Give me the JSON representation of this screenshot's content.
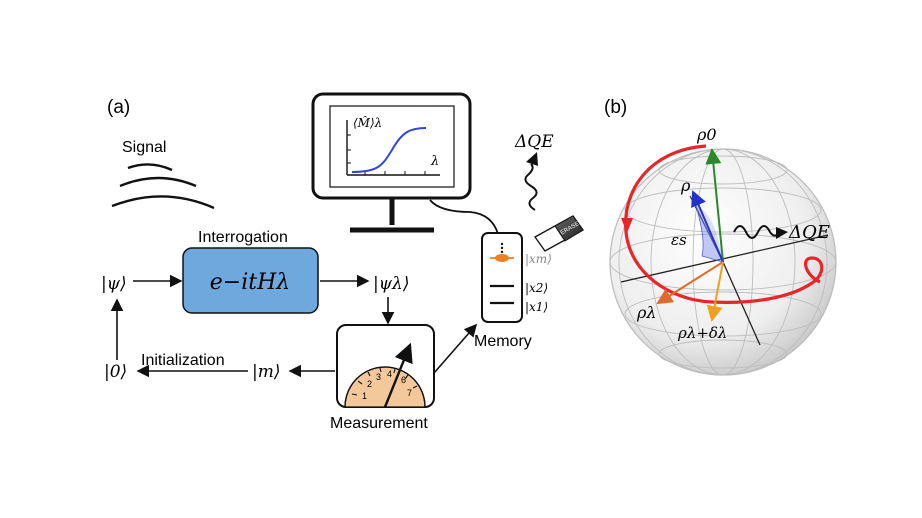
{
  "panels": {
    "a": "(a)",
    "b": "(b)"
  },
  "labels": {
    "signal": "Signal",
    "interrogation": "Interrogation",
    "measurement": "Measurement",
    "memory": "Memory",
    "initialization": "Initialization",
    "eraser": "ERASER"
  },
  "math": {
    "psi": "|ψ⟩",
    "psi_lambda": "|ψλ⟩",
    "zero": "|0⟩",
    "m": "|m⟩",
    "unitary": "e−itHλ",
    "delta_q": "ΔQE",
    "plot_y": "⟨M̂⟩λ",
    "plot_x": "λ",
    "mem_xm": "|xm⟩",
    "mem_x2": "|x2⟩",
    "mem_x1": "|x1⟩",
    "rho0": "ρ0",
    "rho": "ρ",
    "rho_lambda": "ρλ",
    "rho_lambda_dl": "ρλ+δλ",
    "eps": "εs",
    "delta_q_b": "ΔQE"
  },
  "dial_numbers": [
    "1",
    "2",
    "3",
    "4",
    "6",
    "7"
  ],
  "colors": {
    "box_fill": "#6fa8dc",
    "dial_fill": "#f3c99b",
    "memory_dot": "#f0811e",
    "curve": "#3344dd",
    "path_red": "#e8262a",
    "rho0": "#2a8a2a",
    "rho": "#2233cc",
    "rho_lambda": "#e06a2a",
    "rho_lambda_dl": "#f0a020"
  }
}
